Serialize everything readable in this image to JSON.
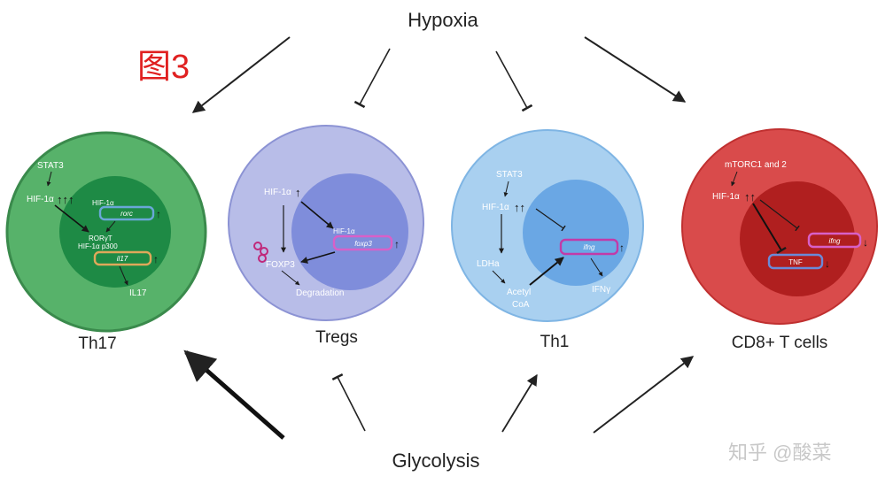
{
  "figure_label": "图3",
  "top_node": "Hypoxia",
  "bottom_node": "Glycolysis",
  "watermark": "知乎 @酸菜",
  "cells": {
    "th17": {
      "name": "Th17",
      "stat3": "STAT3",
      "hif": "HIF-1α",
      "hif_arrows": "↑↑↑",
      "inner_hif": "HIF-1α",
      "gene1": "rorc",
      "rorgt": "RORγT",
      "complex": "HIF-1α p300",
      "gene2": "il17",
      "product": "IL17",
      "up": "↑"
    },
    "tregs": {
      "name": "Tregs",
      "hif": "HIF-1α",
      "hif_arrows": "↑",
      "inner_hif": "HIF-1α",
      "gene": "foxp3",
      "foxp3": "FOXP3",
      "degradation": "Degradation",
      "up": "↑"
    },
    "th1": {
      "name": "Th1",
      "stat3": "STAT3",
      "hif": "HIF-1α",
      "hif_arrows": "↑↑",
      "ldha": "LDHa",
      "acetyl": "Acetyl",
      "coa": "CoA",
      "gene": "ifng",
      "product": "IFNγ",
      "up": "↑"
    },
    "cd8": {
      "name": "CD8+ T cells",
      "mtorc": "mTORC1 and 2",
      "hif": "HIF-1α",
      "hif_arrows": "↑↑",
      "gene": "ifng",
      "tnf": "TNF",
      "down": "↓"
    }
  },
  "colors": {
    "th17_outer": "#57b26a",
    "th17_inner": "#1e8a45",
    "tregs_outer": "#b8bde8",
    "tregs_inner": "#7f8ddb",
    "th1_outer": "#a9d0f0",
    "th1_inner": "#6aa7e4",
    "cd8_outer": "#d94b4b",
    "cd8_inner": "#b01f1f",
    "figure_label": "#e02020"
  }
}
